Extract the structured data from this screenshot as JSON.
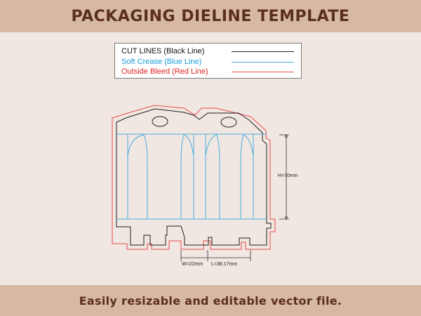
{
  "header": {
    "title": "PACKAGING DIELINE TEMPLATE"
  },
  "legend": {
    "items": [
      {
        "label": "CUT LINES (Black Line)",
        "color": "#222222"
      },
      {
        "label": "Soft Crease (Blue Line)",
        "color": "#1a9ad6"
      },
      {
        "label": "Outside Bleed (Red Line)",
        "color": "#e02424"
      }
    ]
  },
  "dimensions": {
    "height": "H=70mm",
    "width": "W=22mm",
    "length": "L=38.17mm"
  },
  "footer": {
    "text": "Easily resizable and editable vector file."
  }
}
